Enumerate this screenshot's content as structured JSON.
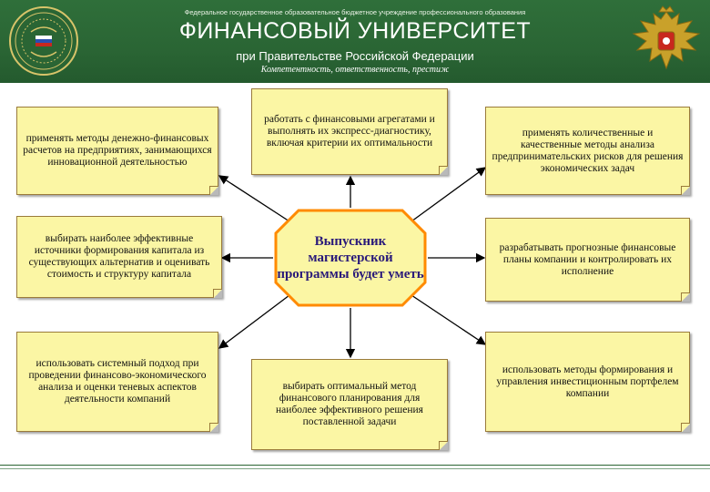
{
  "header": {
    "top_line": "Федеральное государственное образовательное бюджетное учреждение профессионального образования",
    "title": "ФИНАНСОВЫЙ УНИВЕРСИТЕТ",
    "subtitle": "при Правительстве Российской Федерации",
    "motto": "Компетентность, ответственность, престиж",
    "colors": {
      "background": "#2a6534",
      "text": "#ffffff"
    }
  },
  "center": {
    "label": "Выпускник магистерской программы будет уметь",
    "colors": {
      "fill": "#fbf6a4",
      "text": "#2a1a7a"
    }
  },
  "boxes": {
    "top_left": "применять методы денежно-финансовых расчетов на предприятиях, занимающихся инновационной деятельностью",
    "top_center": "работать с финансовыми агрегатами и выполнять их экспресс-диагностику, включая критерии их оптимальности",
    "top_right": "применять количественные и качественные методы анализа предпринимательских рисков для решения экономических задач",
    "mid_left": "выбирать наиболее эффективные источники формирования капитала из существующих альтернатив и оценивать стоимость и структуру капитала",
    "mid_right": "разрабатывать прогнозные финансовые планы компании и контролировать их исполнение",
    "bottom_left": "использовать системный подход при проведении финансово-экономического анализа и оценки теневых аспектов деятельности компаний",
    "bottom_center": "выбирать оптимальный метод финансового планирования для наиболее эффективного решения поставленной задачи",
    "bottom_right": "использовать методы формирования и управления инвестиционным портфелем компании"
  },
  "colors": {
    "box_fill": "#fbf6a4",
    "box_border": "#9a7b3b",
    "arrow": "#000000"
  }
}
